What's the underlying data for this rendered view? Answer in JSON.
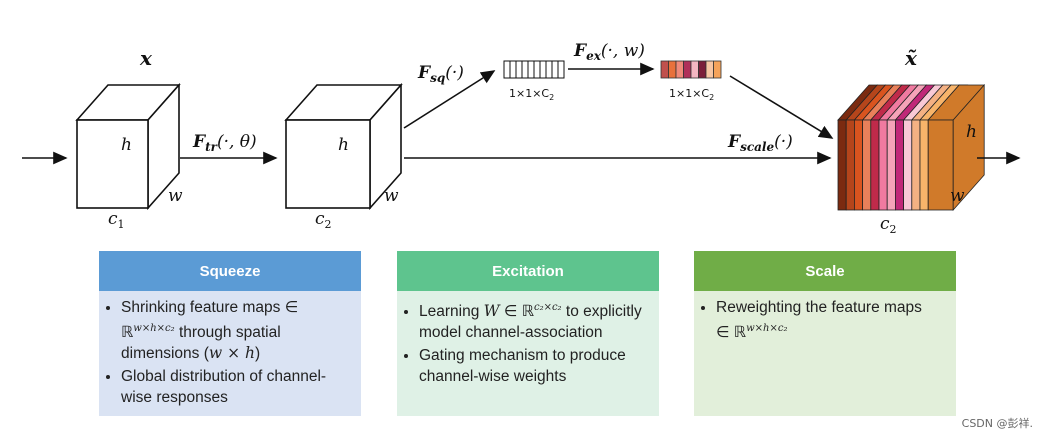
{
  "labels": {
    "input_x": "x",
    "output_x": "x̃",
    "f_tr": "F",
    "f_tr_sub": "tr",
    "f_tr_args": "(·, θ)",
    "f_sq": "F",
    "f_sq_sub": "sq",
    "f_sq_args": "(·)",
    "f_ex": "F",
    "f_ex_sub": "ex",
    "f_ex_args": "(·, w)",
    "f_scale": "F",
    "f_scale_sub": "scale",
    "f_scale_args": "(·)",
    "vec1_dim": "1×1×C",
    "vec1_dim_sub": "2",
    "vec2_dim": "1×1×C",
    "vec2_dim_sub": "2",
    "h1": "h",
    "w1": "w",
    "c1": "c",
    "c1_sub": "1",
    "h2": "h",
    "w2": "w",
    "c2": "c",
    "c2_sub": "2",
    "h3": "h",
    "w3": "w",
    "c3": "c",
    "c3_sub": "2"
  },
  "colors": {
    "excitation_vector": [
      "#c0504d",
      "#e8713b",
      "#f08a7a",
      "#b0305a",
      "#f4b6c2",
      "#7b1f3a",
      "#f7c6a3",
      "#f5a35a"
    ],
    "scaled_slices": [
      "#7b2a10",
      "#b5451b",
      "#d9541f",
      "#e8805a",
      "#c02a4a",
      "#f07aa0",
      "#f5a3b8",
      "#c02878",
      "#f8c9d6",
      "#f4b183",
      "#f7b46a",
      "#d07a2a"
    ]
  },
  "panels": {
    "squeeze": {
      "title": "Squeeze",
      "bullet1_a": "Shrinking feature maps ∈",
      "bullet1_b": "ℝ",
      "bullet1_sup": "w×h×c₂",
      "bullet1_c": " through spatial",
      "bullet1_d": "dimensions (",
      "bullet1_math": "w × h",
      "bullet1_e": ")",
      "bullet2": "Global distribution of channel-wise responses"
    },
    "excitation": {
      "title": "Excitation",
      "bullet1_a": "Learning ",
      "bullet1_W": "W",
      "bullet1_b": " ∈ ℝ",
      "bullet1_sup": "c₂×c₂",
      "bullet1_c": " to explicitly model channel-association",
      "bullet2": "Gating mechanism to produce channel-wise weights"
    },
    "scale": {
      "title": "Scale",
      "bullet1_a": "Reweighting the feature maps",
      "bullet1_b": "∈ ℝ",
      "bullet1_sup": "w×h×c₂"
    }
  },
  "watermark": "CSDN @彭祥."
}
